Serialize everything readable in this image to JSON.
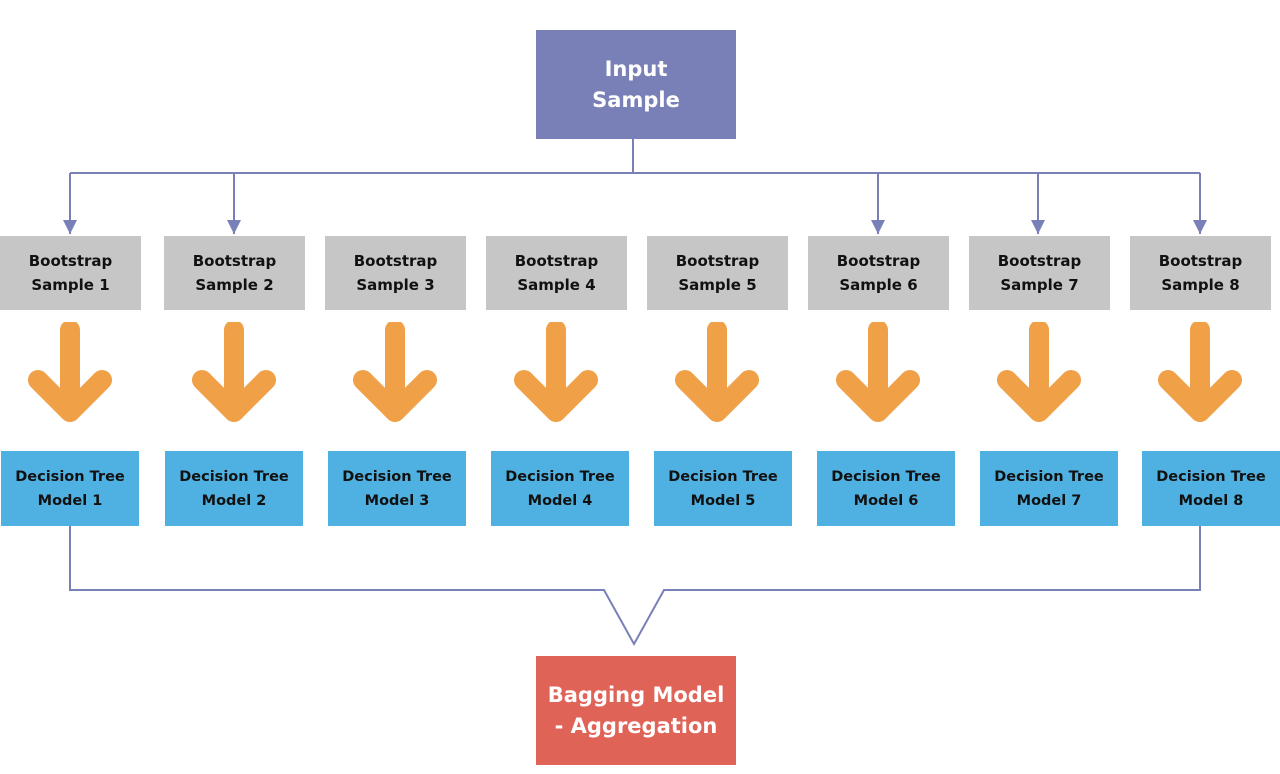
{
  "colors": {
    "input": "#7880b7",
    "bootstrap": "#c6c6c6",
    "model": "#4eb1e1",
    "output": "#e06358",
    "arrow": "#f0a047",
    "connector": "#7880b7"
  },
  "input": {
    "line1": "Input",
    "line2": "Sample"
  },
  "bootstrap_samples": [
    {
      "line1": "Bootstrap",
      "line2": "Sample 1"
    },
    {
      "line1": "Bootstrap",
      "line2": "Sample 2"
    },
    {
      "line1": "Bootstrap",
      "line2": "Sample 3"
    },
    {
      "line1": "Bootstrap",
      "line2": "Sample 4"
    },
    {
      "line1": "Bootstrap",
      "line2": "Sample 5"
    },
    {
      "line1": "Bootstrap",
      "line2": "Sample 6"
    },
    {
      "line1": "Bootstrap",
      "line2": "Sample 7"
    },
    {
      "line1": "Bootstrap",
      "line2": "Sample 8"
    }
  ],
  "models": [
    {
      "line1": "Decision Tree",
      "line2": "Model 1"
    },
    {
      "line1": "Decision Tree",
      "line2": "Model 2"
    },
    {
      "line1": "Decision Tree",
      "line2": "Model 3"
    },
    {
      "line1": "Decision Tree",
      "line2": "Model 4"
    },
    {
      "line1": "Decision Tree",
      "line2": "Model 5"
    },
    {
      "line1": "Decision Tree",
      "line2": "Model 6"
    },
    {
      "line1": "Decision Tree",
      "line2": "Model 7"
    },
    {
      "line1": "Decision Tree",
      "line2": "Model 8"
    }
  ],
  "output": {
    "line1": "Bagging Model",
    "line2": "- Aggregation"
  }
}
